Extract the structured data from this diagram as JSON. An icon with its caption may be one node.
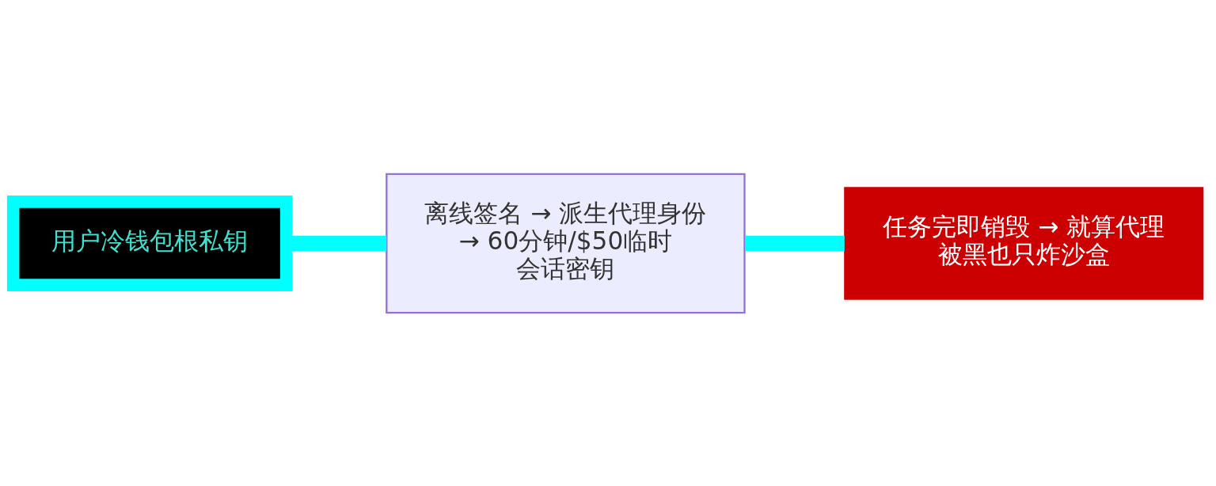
{
  "diagram": {
    "nodes": [
      {
        "text": [
          "用户冷钱包根私钥"
        ]
      },
      {
        "text": [
          "离线签名 → 派生代理身份 → 60分钟/$50临时会话密钥"
        ]
      },
      {
        "text": [
          "任务完即销毁 → 就算代理被黑也只炸沙盒"
        ]
      }
    ],
    "edges": [
      {
        "from": 0,
        "to": 1,
        "arrow": "none"
      },
      {
        "from": 1,
        "to": 2,
        "arrow": "none"
      }
    ]
  }
}
